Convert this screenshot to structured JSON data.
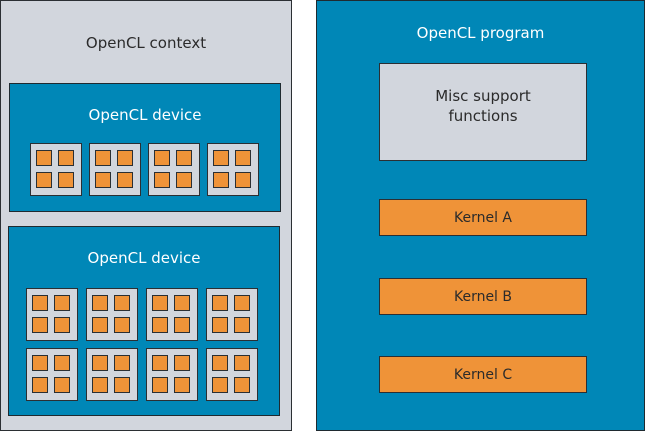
{
  "context": {
    "label": "OpenCL context",
    "devices": [
      {
        "label": "OpenCL device",
        "compute_unit_rows": 1,
        "compute_units_per_row": 4,
        "processing_elements_per_unit": 4
      },
      {
        "label": "OpenCL device",
        "compute_unit_rows": 2,
        "compute_units_per_row": 4,
        "processing_elements_per_unit": 4
      }
    ]
  },
  "program": {
    "label": "OpenCL program",
    "misc": "Misc support functions",
    "kernels": [
      "Kernel A",
      "Kernel B",
      "Kernel C"
    ]
  },
  "colors": {
    "context_bg": "#d2d6dd",
    "device_bg": "#0087b7",
    "processing_element": "#ef9338",
    "border": "#2b2f33"
  }
}
